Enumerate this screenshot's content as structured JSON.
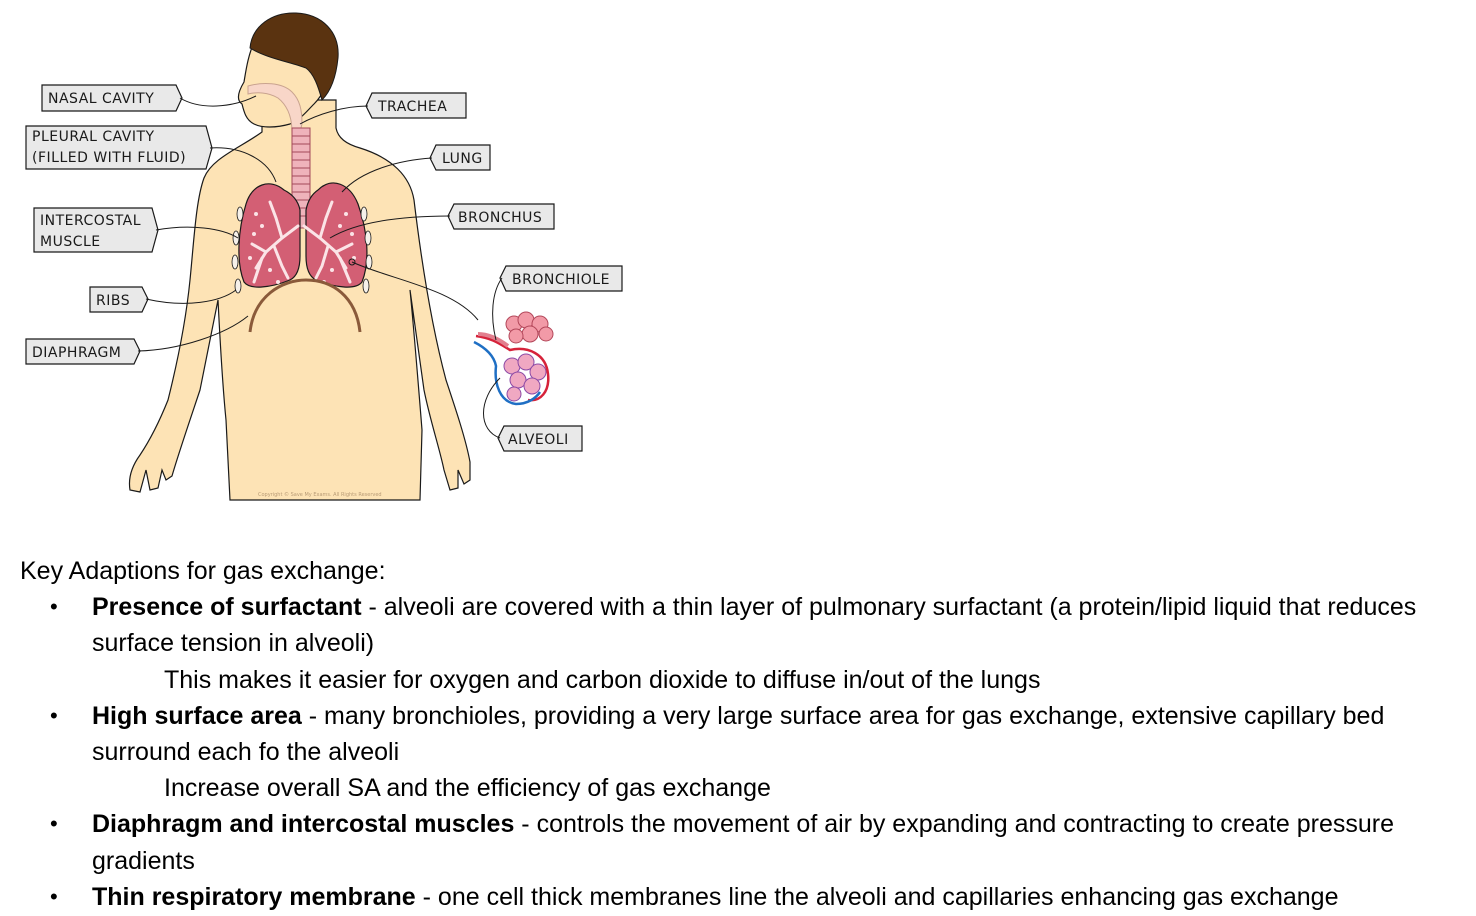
{
  "diagram": {
    "labels": {
      "nasal_cavity": "NASAL  CAVITY",
      "trachea": "TRACHEA",
      "pleural_cavity_line1": "PLEURAL   CAVITY",
      "pleural_cavity_line2": "(FILLED   WITH   FLUID)",
      "lung": "LUNG",
      "intercostal_line1": "INTERCOSTAL",
      "intercostal_line2": "MUSCLE",
      "bronchus": "BRONCHUS",
      "ribs": "RIBS",
      "bronchiole": "BRONCHIOLE",
      "diaphragm": "DIAPHRAGM",
      "alveoli": "ALVEOLI"
    },
    "copyright": "Copyright © Save My Exams. All Rights Reserved",
    "colors": {
      "skin": "#fde3b5",
      "hair": "#5a3310",
      "lung": "#d35f74",
      "diaphragm": "#8a5a3a",
      "artery": "#d6223a",
      "vein": "#1f6fc4",
      "alveolus": "#f29aa7"
    }
  },
  "notes": {
    "heading": "Key Adaptions for gas exchange:",
    "points": [
      {
        "term": "Presence of surfactant",
        "text": " - alveoli are covered with a thin layer of pulmonary surfactant (a protein/lipid liquid that reduces surface tension in alveoli)",
        "sub": "This makes it easier for oxygen and carbon dioxide to diffuse in/out of the lungs"
      },
      {
        "term": "High surface area",
        "text": " - many bronchioles, providing a very large surface area for gas exchange, extensive capillary bed surround each fo the alveoli",
        "sub": "Increase overall SA and the efficiency of gas exchange"
      },
      {
        "term": "Diaphragm and intercostal muscles",
        "text": " - controls the movement of air by expanding and contracting to create pressure gradients",
        "sub": ""
      },
      {
        "term": "Thin respiratory membrane",
        "text": " - one cell thick membranes line the alveoli and capillaries enhancing gas exchange",
        "sub": ""
      }
    ],
    "bullet": "•"
  }
}
